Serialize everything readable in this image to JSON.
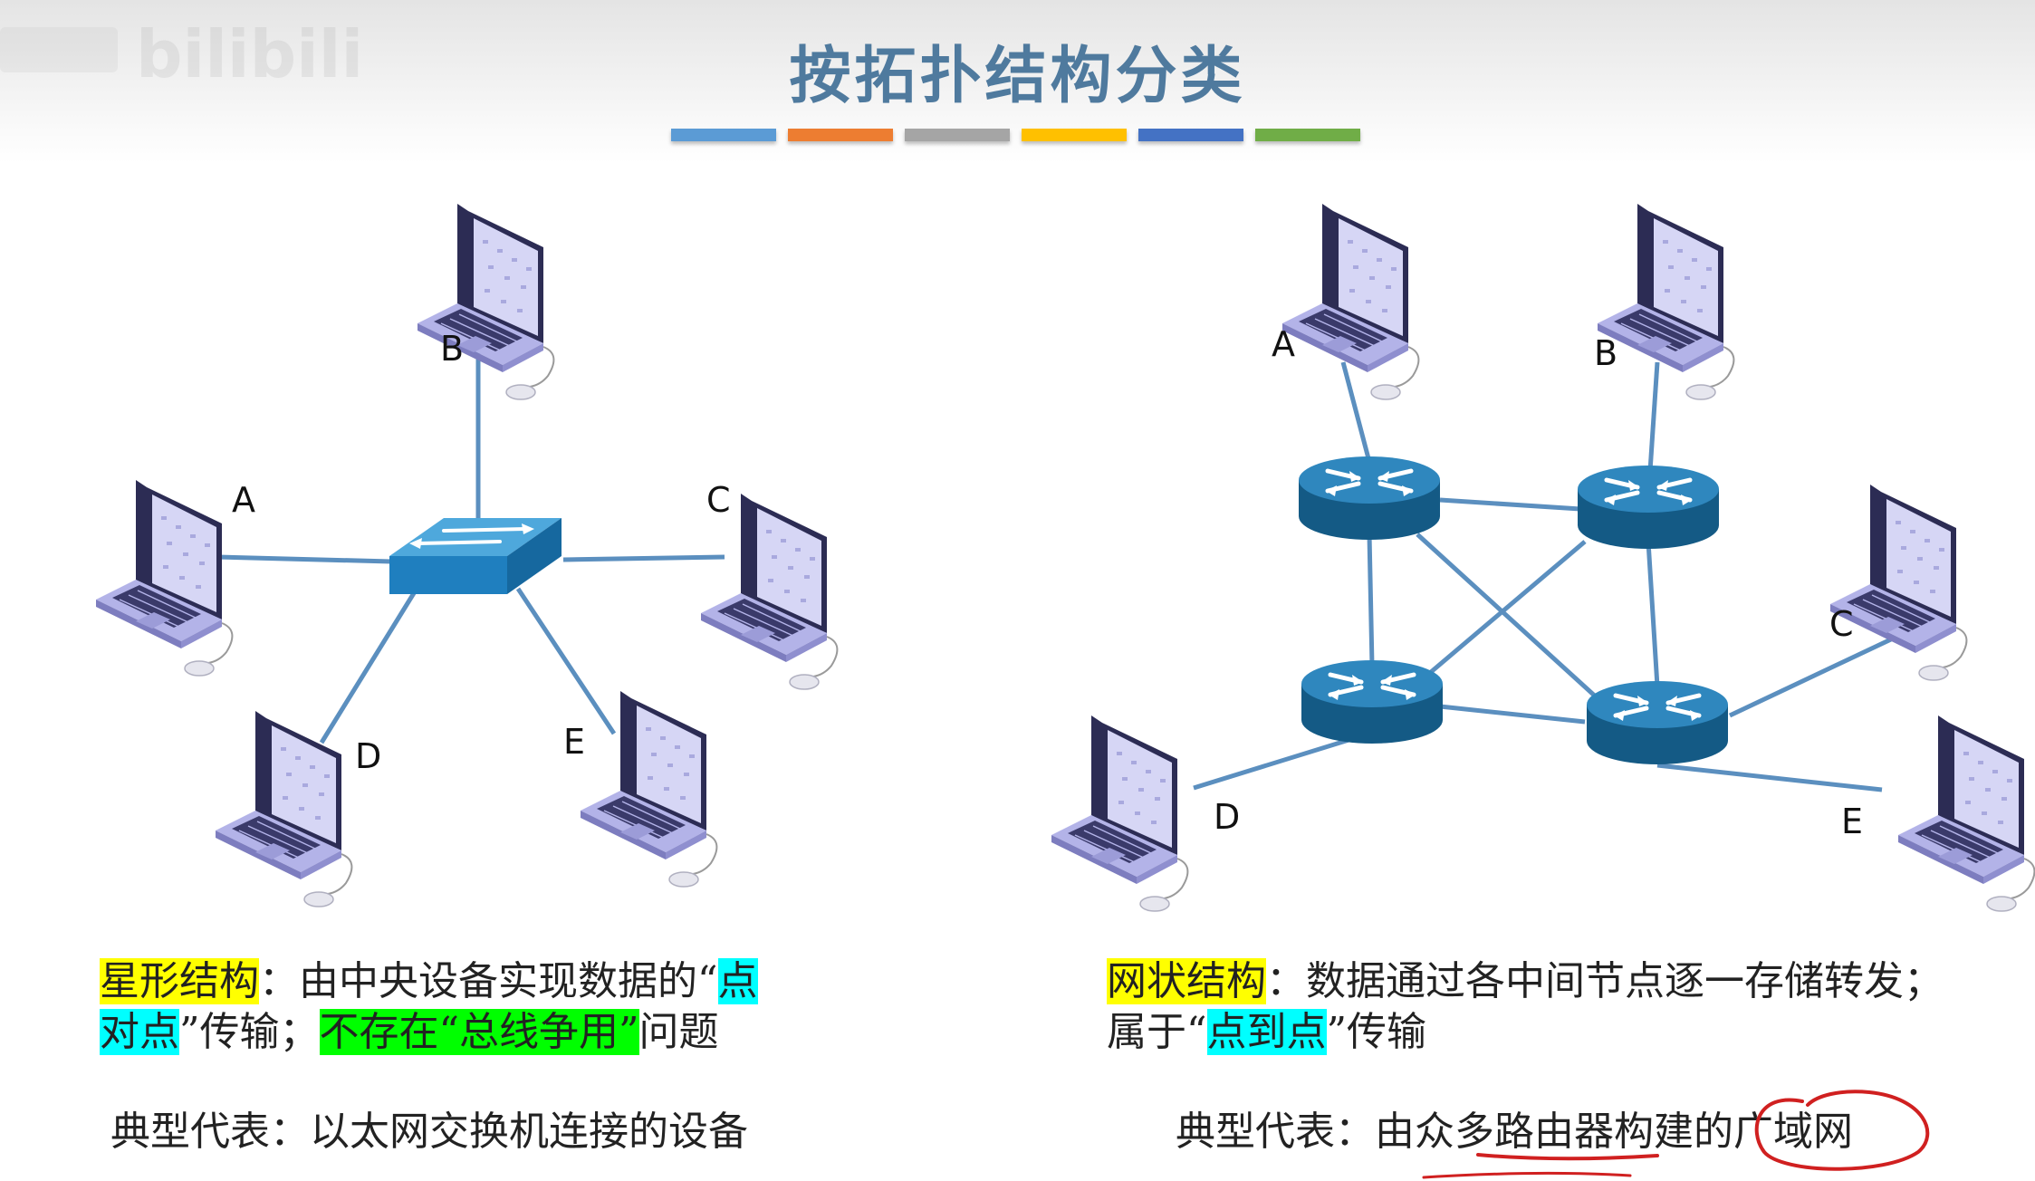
{
  "title": "按拓扑结构分类",
  "watermark": "bilibili",
  "accent_bars": [
    "#5b9bd5",
    "#ed7d31",
    "#a5a5a5",
    "#ffc000",
    "#4472c4",
    "#70ad47"
  ],
  "star": {
    "labels": {
      "A": "A",
      "B": "B",
      "C": "C",
      "D": "D",
      "E": "E"
    },
    "hub": "switch-icon",
    "nodes": "laptop-icon",
    "desc": {
      "term": "星形结构",
      "sep": "：",
      "text1": "由中央设备实现数据的",
      "lq1": "“",
      "p2p_a": "点",
      "p2p_b": "对点",
      "rq1": "”",
      "text2": "传输；",
      "no_contention": "不存在“总线争用”",
      "text3": "问题"
    },
    "example": "典型代表：以太网交换机连接的设备"
  },
  "mesh": {
    "labels": {
      "A": "A",
      "B": "B",
      "C": "C",
      "D": "D",
      "E": "E"
    },
    "routers": "router-icon",
    "nodes": "laptop-icon",
    "desc": {
      "term": "网状结构",
      "sep": "：",
      "text1": "数据通过各中间节点逐一存储转发；",
      "text2a": "属于",
      "lq": "“",
      "p2p": "点到点",
      "rq": "”",
      "text2b": "传输"
    },
    "example": {
      "prefix": "典型代表：由众",
      "underlined": "多路由器",
      "middle": "构建的",
      "circled": "广域网"
    }
  },
  "colors": {
    "link": "#5b8fbf",
    "switch_top": "#4ea8dc",
    "switch_side": "#1f7fbf",
    "router": "#1b6b9a",
    "laptop_body": "#c9c9ef",
    "laptop_frame": "#2c2c54",
    "annotation": "#d02020"
  }
}
